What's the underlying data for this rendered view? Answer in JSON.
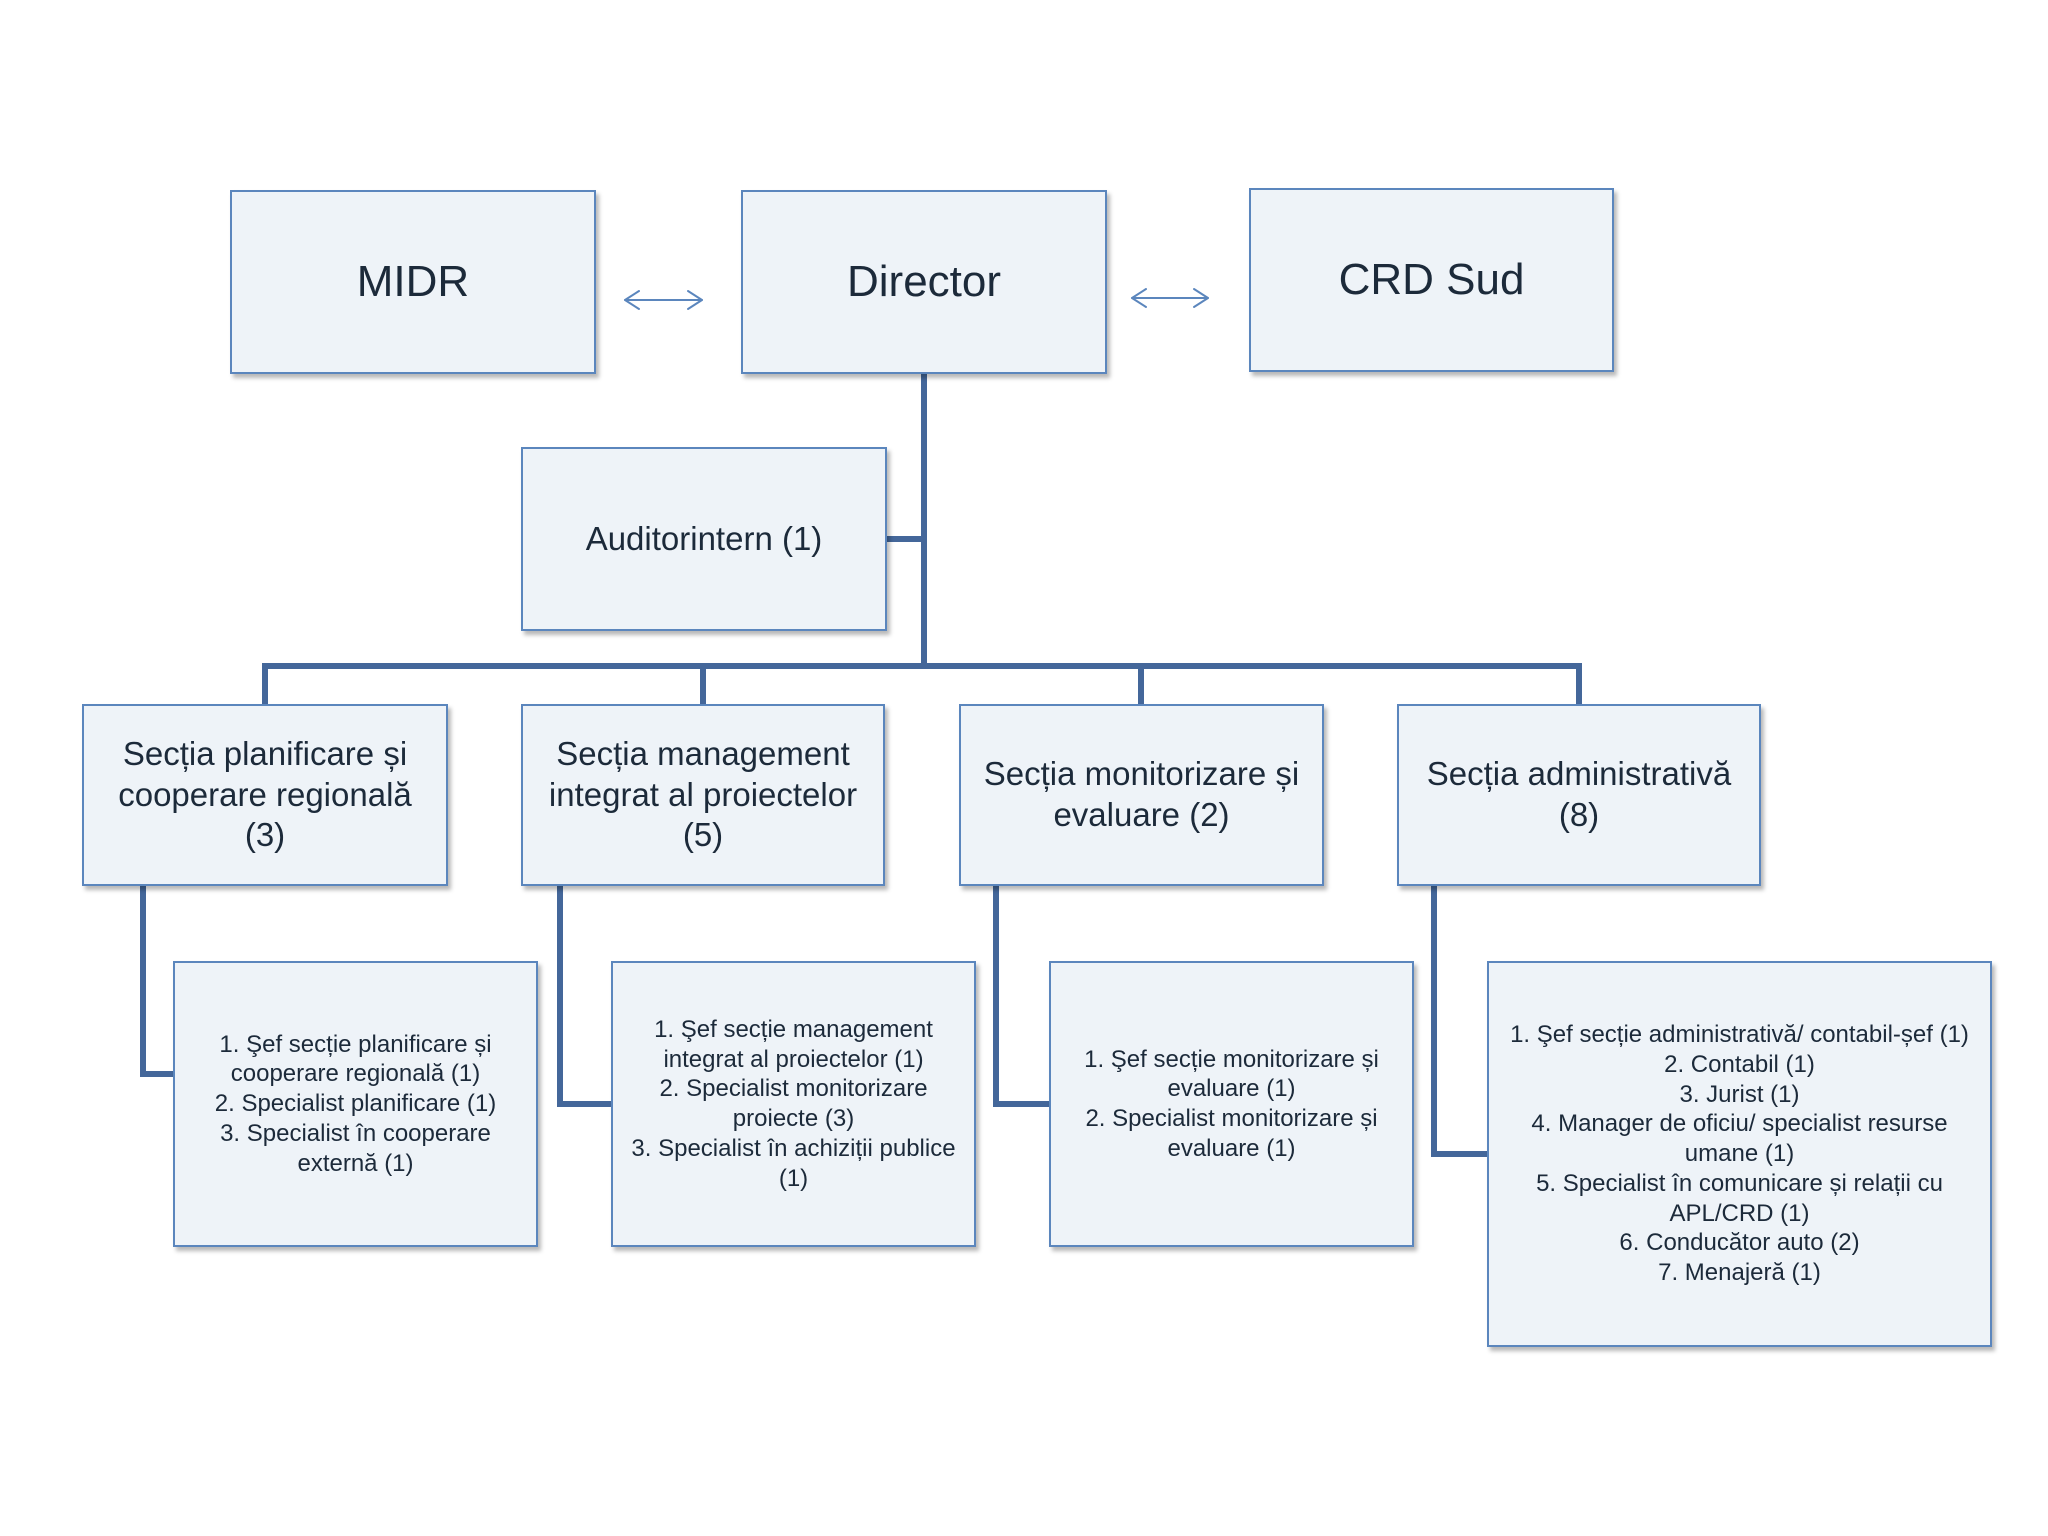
{
  "nodes": {
    "midr": "MIDR",
    "director": "Director",
    "crd_sud": "CRD Sud",
    "auditor": "Auditorintern (1)",
    "sections": [
      "Secția planificare și cooperare regională (3)",
      "Secția management integrat al proiectelor (5)",
      "Secția monitorizare și evaluare (2)",
      "Secția administrativă (8)"
    ],
    "section_staff": [
      [
        "1. Şef secție planificare și cooperare regională (1)",
        "2. Specialist planificare (1)",
        "3. Specialist în cooperare externă (1)"
      ],
      [
        "1. Şef secție management integrat al proiectelor (1)",
        "2. Specialist monitorizare proiecte (3)",
        "3. Specialist în achiziții publice (1)"
      ],
      [
        "1. Şef secție monitorizare și evaluare (1)",
        "2. Specialist monitorizare și evaluare (1)"
      ],
      [
        "1. Şef secție administrativă/ contabil-șef (1)",
        "2. Contabil (1)",
        "3. Jurist (1)",
        "4. Manager de oficiu/ specialist resurse umane (1)",
        "5. Specialist în comunicare și relații cu APL/CRD (1)",
        "6. Conducător auto (2)",
        "7. Menajeră (1)"
      ]
    ]
  },
  "colors": {
    "box_fill": "#eef3f8",
    "box_border": "#5b86bd",
    "connector": "#44679a",
    "arrow": "#5b86bd"
  },
  "icons": {
    "link_arrow": "double-headed-arrow"
  }
}
